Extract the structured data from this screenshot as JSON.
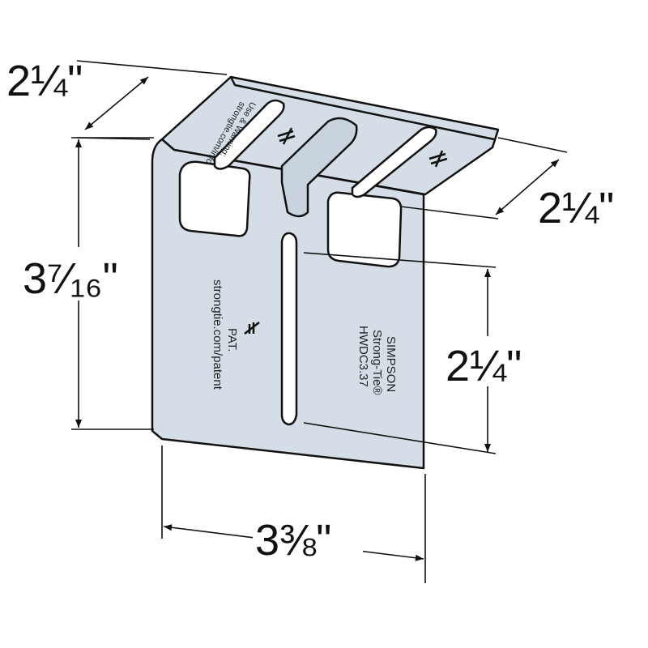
{
  "dimensions": {
    "flange_depth": "2¼\"",
    "overall_height": "3⁷⁄₁₆\"",
    "slot_spacing": "2¼\"",
    "slot_height": "2¼\"",
    "width": "3⅜\""
  },
  "stamping": {
    "top_line1": "Use & Warning:",
    "top_line2": "strongtie.com/info",
    "pat": "PAT.",
    "pat_url": "strongtie.com/patent",
    "brand1": "SIMPSON",
    "brand2": "Strong-Tie®",
    "model": "HWDC3.37"
  },
  "colors": {
    "metal": "#d5dee7",
    "line": "#111111"
  }
}
